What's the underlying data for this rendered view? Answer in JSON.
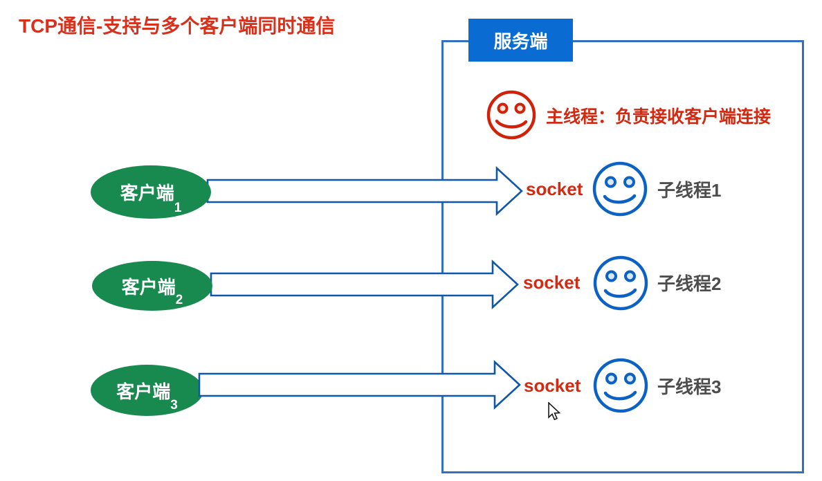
{
  "title": "TCP通信-支持与多个客户端同时通信",
  "server": {
    "header_label": "服务端",
    "main_thread": {
      "icon": "smiley-face",
      "label": "主线程：负责接收客户端连接"
    },
    "rows": [
      {
        "socket_label": "socket",
        "icon": "smiley-face",
        "thread_label": "子线程1"
      },
      {
        "socket_label": "socket",
        "icon": "smiley-face",
        "thread_label": "子线程2"
      },
      {
        "socket_label": "socket",
        "icon": "smiley-face",
        "thread_label": "子线程3"
      }
    ]
  },
  "clients": [
    {
      "text": "客户端",
      "num": "1"
    },
    {
      "text": "客户端",
      "num": "2"
    },
    {
      "text": "客户端",
      "num": "3"
    }
  ],
  "cursor": "arrow-pointer",
  "colors": {
    "title_red": "#d8301a",
    "socket_red": "#d42a12",
    "smiley_red": "#cf2208",
    "smiley_blue": "#0b62c4",
    "client_green": "#18894f",
    "arrow_blue": "#1057a7",
    "server_border_blue": "#3370bd",
    "server_header_blue": "#0a6cd3",
    "thread_label_gray": "#4d4d4d"
  }
}
